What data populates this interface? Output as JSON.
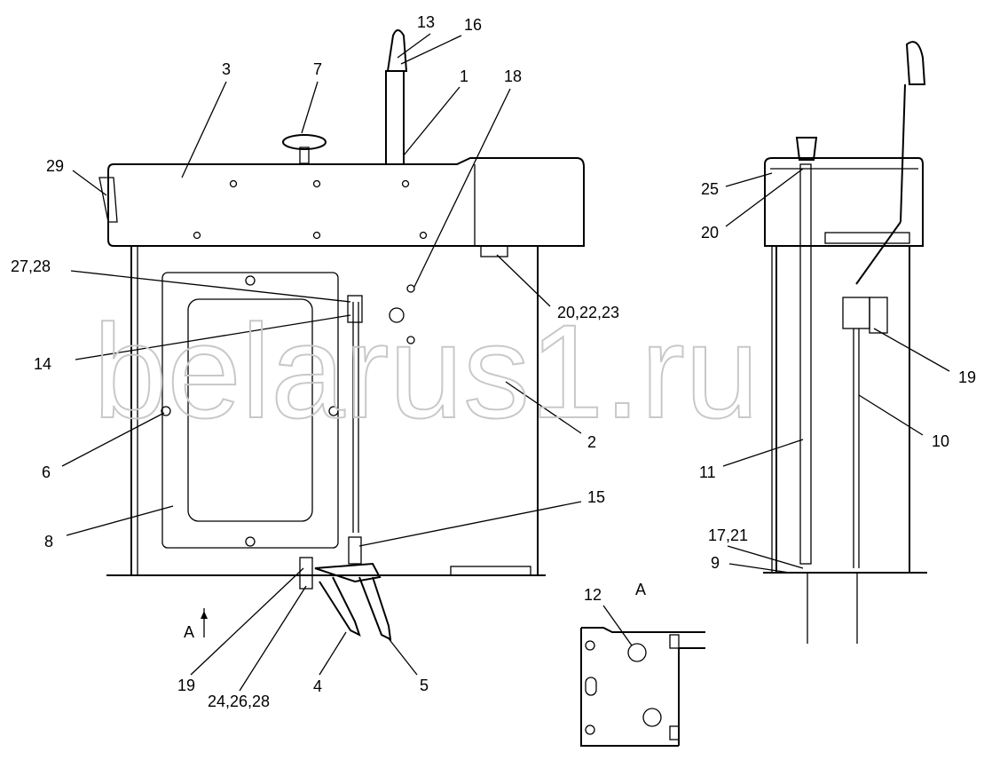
{
  "title": "Control lever housing assembly",
  "watermark": "belarus1.ru",
  "callouts": [
    "13",
    "16",
    "3",
    "7",
    "1",
    "18",
    "29",
    "27,28",
    "20,22,23",
    "14",
    "2",
    "6",
    "8",
    "15",
    "A",
    "19",
    "24,26,28",
    "4",
    "5",
    "25",
    "20",
    "19",
    "10",
    "11",
    "17,21",
    "9",
    "12",
    "A"
  ]
}
